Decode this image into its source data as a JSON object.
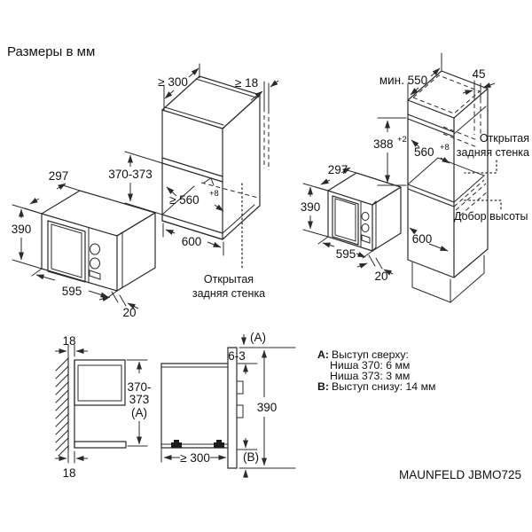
{
  "page": {
    "title": "Размеры в мм",
    "brand_label": "MAUNFELD JBMO725",
    "ink_color": "#2b2b2b",
    "background_color": "#ffffff"
  },
  "top_cabinet": {
    "dim_top_depth": "≥ 300",
    "dim_rear_gap": "≥ 18",
    "dim_niche_height": "370-373",
    "dim_niche_width": "≥ 560",
    "dim_niche_width_tol": "+8",
    "dim_width": "600",
    "open_back_line1": "Открытая",
    "open_back_line2": "задняя стенка"
  },
  "left_microwave": {
    "dim_depth": "297",
    "dim_height": "390",
    "dim_width": "595",
    "dim_frame": "20"
  },
  "column": {
    "dim_top_depth": "мин. 550",
    "dim_rear_gap": "45",
    "dim_niche_height": "388",
    "dim_niche_height_tol": "+2",
    "dim_niche_width": "560",
    "dim_niche_width_tol": "+8",
    "dim_width": "600",
    "open_back_line1": "Открытая",
    "open_back_line2": "задняя стенка",
    "spacer_label": "Добор высоты"
  },
  "right_microwave": {
    "dim_depth": "297",
    "dim_height": "390",
    "dim_width": "595",
    "dim_frame": "20"
  },
  "side_view": {
    "dim_wall_gap_top": "18",
    "dim_wall_gap_bottom": "18",
    "niche_height_line1": "370-",
    "niche_height_line2": "373",
    "niche_height_line3": "(A)"
  },
  "section_view": {
    "label_a": "(A)",
    "dim_top_protrusion": "6-3",
    "dim_height": "390",
    "dim_min_depth": "≥ 300",
    "label_b": "(B)"
  },
  "notes": {
    "a_prefix": "A:",
    "a_title": "Выступ сверху:",
    "a_line1": "Ниша 370: 6 мм",
    "a_line2": "Ниша 373: 3 мм",
    "b_prefix": "B:",
    "b_text": "Выступ снизу: 14 мм"
  }
}
